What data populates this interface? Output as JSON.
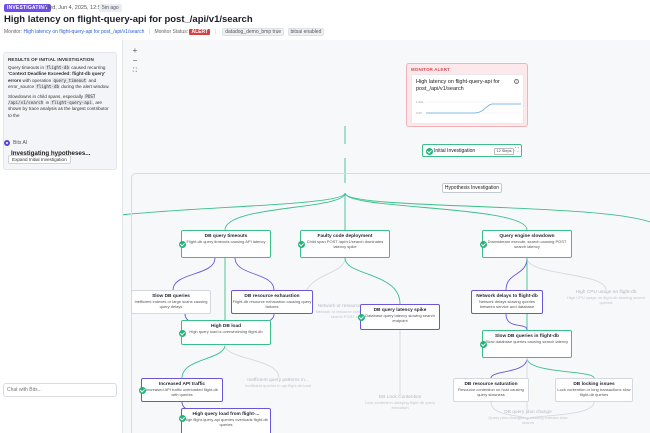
{
  "header": {
    "status_badge": "INVESTIGATING",
    "date": "Wed, Jun 4, 2025, 12:54:15 pm",
    "ago": "5m ago",
    "title": "High latency on flight-query-api for post_/api/v1/search",
    "monitor_label": "Monitor:",
    "monitor_link": "High latency on flight-query-api for post_/api/v1/search",
    "status_label": "Monitor Status:",
    "status_value": "ALERT",
    "tag1": "datadog_demo_bmp true",
    "tag2": "bitsai enabled"
  },
  "left": {
    "summary_title": "RESULTS OF INITIAL INVESTIGATION",
    "p1_a": "Query timeouts in ",
    "p1_code1": "flight-db",
    "p1_b": " caused recurring ",
    "p1_bold": "'Context Deadline Exceeded: flight-db query' errors",
    "p1_c": " with operation ",
    "p1_code2": "query_timeout",
    "p1_d": " and error_source ",
    "p1_code3": "flight-db",
    "p1_e": " during the alert window.",
    "p2_a": "Slowdowns in child spans, especially ",
    "p2_code1": "POST /api/v1/search",
    "p2_b": " in ",
    "p2_code2": "flight-query-api",
    "p2_c": ", are shown by trace analysis as the largest contributor to the",
    "expand_label": "Expand Initial Investigation",
    "bits_name": "Bits AI",
    "thinking": "Investigating hypotheses...",
    "chat_placeholder": "Chat with Bits..."
  },
  "canvas": {
    "zoom_in": "+",
    "zoom_out": "−",
    "fit": "⛶",
    "alert_label": "MONITOR ALERT",
    "alert_title": "High latency on flight-query-api for post_/api/v1/search",
    "alert_y1": "1.00s",
    "alert_y2": "0.00",
    "init_label": "Initial Investigation",
    "init_steps": "12 Steps",
    "hyp_label": "Hypothesis Investigation",
    "nodes": [
      {
        "title": "DB query timeouts",
        "sub": "Flight-db query timeouts causing API latency"
      },
      {
        "title": "Faulty code deployment",
        "sub": "Child span POST /api/v1/search dominates latency spike"
      },
      {
        "title": "Query engine slowdown",
        "sub": "Downstream execute, search causing POST search latency"
      },
      {
        "title": "Slow DB queries",
        "sub": "Inefficient indexes or large scans causing query delays"
      },
      {
        "title": "DB resource exhaustion",
        "sub": "Flight-db resource exhaustion causing query failures"
      },
      {
        "title": "Network or resource contention",
        "sub": "Network or resource contention causing search POST requests"
      },
      {
        "title": "DB query latency spike",
        "sub": "Database query latency slowing search endpoint"
      },
      {
        "title": "Network delays to flight-db",
        "sub": "Network delays slowing queries between service and database"
      },
      {
        "title": "High CPU usage on flight-db",
        "sub": "High CPU usage on flight-db slowing search queries"
      },
      {
        "title": "High DB load",
        "sub": "High query load is overwhelming flight-db"
      },
      {
        "title": "Slow DB queries in flight-db",
        "sub": "Slow database queries causing search latency"
      },
      {
        "title": "Increased API traffic",
        "sub": "Increased API traffic overloaded flight-db with queries"
      },
      {
        "title": "Inefficient query patterns in...",
        "sub": "Inefficient queries in api flight-db load"
      },
      {
        "title": "DB Lock Contention",
        "sub": "Lock contention delaying flight-db query execution"
      },
      {
        "title": "DB resource saturation",
        "sub": "Resource contention on host causing query slowness"
      },
      {
        "title": "DB locking issues",
        "sub": "Lock contention or long transactions slow flight-db queries"
      },
      {
        "title": "High query load from flight-...",
        "sub": "High flight-query-api queries overloads flight-db queries"
      },
      {
        "title": "DB query plan change",
        "sub": "Query plan changes or missing indexes slow search"
      }
    ]
  },
  "colors": {
    "accent_purple": "#6a55dc",
    "accent_green": "#3bbf8a",
    "alert_red": "#d93f3f"
  }
}
